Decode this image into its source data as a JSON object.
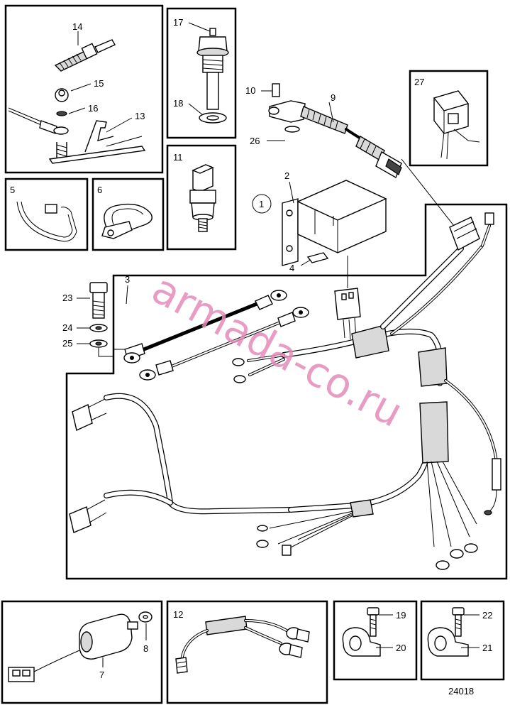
{
  "callouts": [
    "14",
    "15",
    "16",
    "13",
    "17",
    "18",
    "10",
    "9",
    "26",
    "27",
    "5",
    "6",
    "11",
    "2",
    "1",
    "4",
    "23",
    "3",
    "24",
    "25",
    "7",
    "8",
    "12",
    "19",
    "20",
    "22",
    "21"
  ],
  "drawing_number": "24018",
  "watermark": "armada-co.ru"
}
